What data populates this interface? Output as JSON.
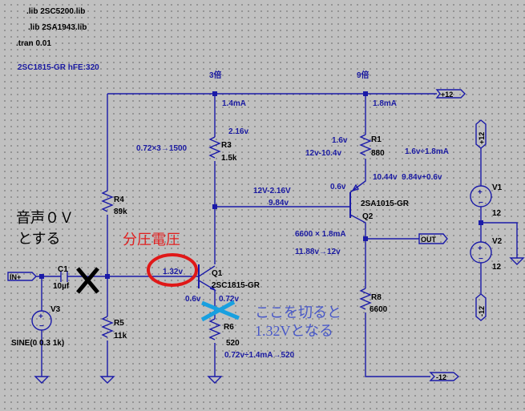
{
  "directives": {
    "lib1": ".lib 2SC5200.lib",
    "lib2": ".lib 2SA1943.lib",
    "tran": ".tran 0.01",
    "model_note": "2SC1815-GR hFE:320"
  },
  "nets": {
    "vcc_top": "+12",
    "vcc_side": "+12",
    "vee_side": "-12",
    "vee_bottom": "-12",
    "in": "IN+",
    "out": "OUT"
  },
  "components": {
    "C1": {
      "name": "C1",
      "value": "10µf"
    },
    "V3": {
      "name": "V3",
      "value": "SINE(0 0.3 1k)"
    },
    "R4": {
      "name": "R4",
      "value": "89k"
    },
    "R5": {
      "name": "R5",
      "value": "11k"
    },
    "R3": {
      "name": "R3",
      "value": "1.5k"
    },
    "R6": {
      "name": "R6",
      "value": "520"
    },
    "Q1": {
      "name": "Q1",
      "value": "2SC1815-GR"
    },
    "R1": {
      "name": "R1",
      "value": "880"
    },
    "Q2": {
      "name": "Q2",
      "value": "2SA1015-GR"
    },
    "R8": {
      "name": "R8",
      "value": "6600"
    },
    "V1": {
      "name": "V1",
      "value": "12"
    },
    "V2": {
      "name": "V2",
      "value": "12"
    }
  },
  "annotations": {
    "gain1": "3倍",
    "gain2": "9倍",
    "i_q1": "1.4mA",
    "v_r3": "2.16v",
    "r3_calc": "0.72×3→1500",
    "vb_q2_a": "12V-2.16V",
    "vb_q2_b": "9.84v",
    "i_q2": "1.8mA",
    "v_r1": "1.6v",
    "v_r1_calc": "12v-10.4v",
    "r1_calc": "1.6v÷1.8mA",
    "ve_q2": "10.44v  9.84v+0.6v",
    "vbe_q2": "0.6v",
    "vout_a": "6600 × 1.8mA",
    "vout_b": "11.88v→12v",
    "vb_q1": "1.32v",
    "vbe_q1": "0.6v",
    "ve_q1": "0.72v",
    "r6_calc": "0.72v÷1.4mA→520",
    "audio_a": "音声０Ｖ",
    "audio_b": "とする",
    "divider": "分圧電圧",
    "cut_a": "ここを切ると",
    "cut_b": "1.32Vとなる"
  }
}
